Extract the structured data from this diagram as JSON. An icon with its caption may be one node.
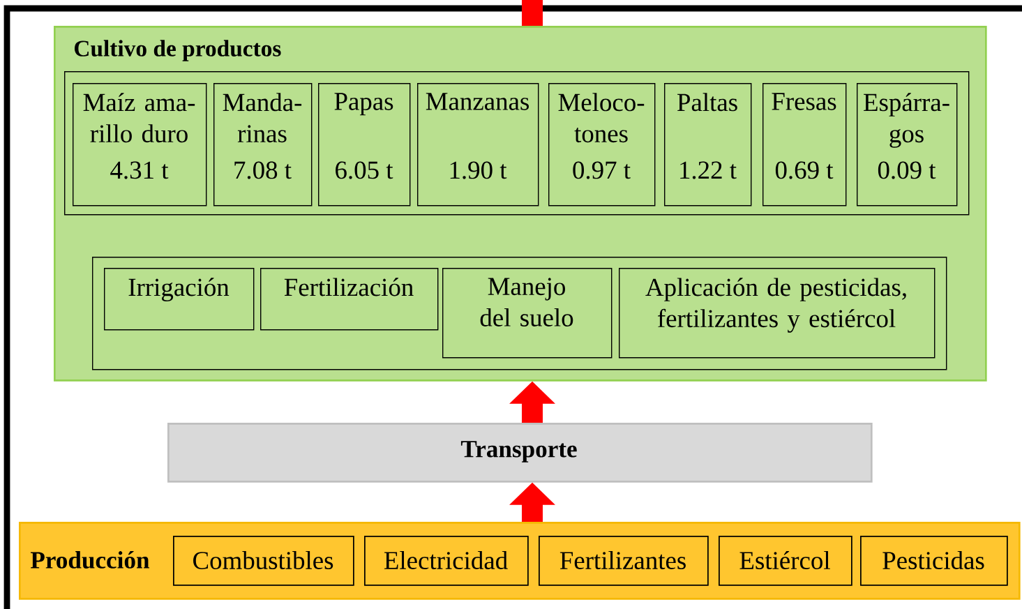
{
  "diagram": {
    "nodes": [
      {
        "text": [
          "Cultivo de productos"
        ]
      },
      {
        "text": [],
        "shape": "box",
        "in": 0
      },
      {
        "text": [
          "Maíz ama-rillo duro",
          "4.31 t"
        ],
        "in": 1
      },
      {
        "text": [
          "Manda-rinas",
          "7.08 t"
        ],
        "in": 1
      },
      {
        "text": [
          "Papas",
          "6.05 t"
        ],
        "in": 1
      },
      {
        "text": [
          "Manzanas",
          "1.90 t"
        ],
        "in": 1
      },
      {
        "text": [
          "Meloco-tones",
          "0.97 t"
        ],
        "in": 1
      },
      {
        "text": [
          "Paltas",
          "1.22 t"
        ],
        "in": 1
      },
      {
        "text": [
          "Fresas",
          "0.69 t"
        ],
        "in": 1
      },
      {
        "text": [
          "Espárra-gos",
          "0.09 t"
        ],
        "in": 1
      },
      {
        "text": [],
        "shape": "box",
        "in": 0
      },
      {
        "text": [
          "Irrigación"
        ],
        "in": 10
      },
      {
        "text": [
          "Fertilización"
        ],
        "in": 10
      },
      {
        "text": [
          "Manejo del suelo"
        ],
        "in": 10
      },
      {
        "text": [
          "Aplicación de pesticidas, fertilizantes y estiércol"
        ],
        "in": 10
      },
      {
        "text": [
          "Transporte"
        ]
      },
      {
        "text": [
          "Producción"
        ]
      },
      {
        "text": [
          "Combustibles"
        ],
        "in": 16
      },
      {
        "text": [
          "Electricidad"
        ],
        "in": 16
      },
      {
        "text": [
          "Fertilizantes"
        ],
        "in": 16
      },
      {
        "text": [
          "Estiércol"
        ],
        "in": 16
      },
      {
        "text": [
          "Pesticidas"
        ],
        "in": 16
      }
    ],
    "edges": [
      {
        "from": 16,
        "to": 15,
        "arrow": "to"
      },
      {
        "from": 15,
        "to": 0,
        "arrow": "to"
      },
      {
        "from": 0,
        "to": null,
        "arrow": "none"
      }
    ]
  }
}
